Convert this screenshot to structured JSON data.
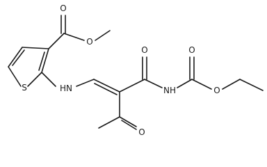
{
  "labels": {
    "o_ester_carbonyl": "O",
    "o_ester_single": "O",
    "s_thiophene": "S",
    "nh_enamine": "HN",
    "o_amide": "O",
    "o_carbamate_carbonyl": "O",
    "nh_imide": "NH",
    "o_carbamate_single": "O",
    "o_ketone": "O"
  }
}
